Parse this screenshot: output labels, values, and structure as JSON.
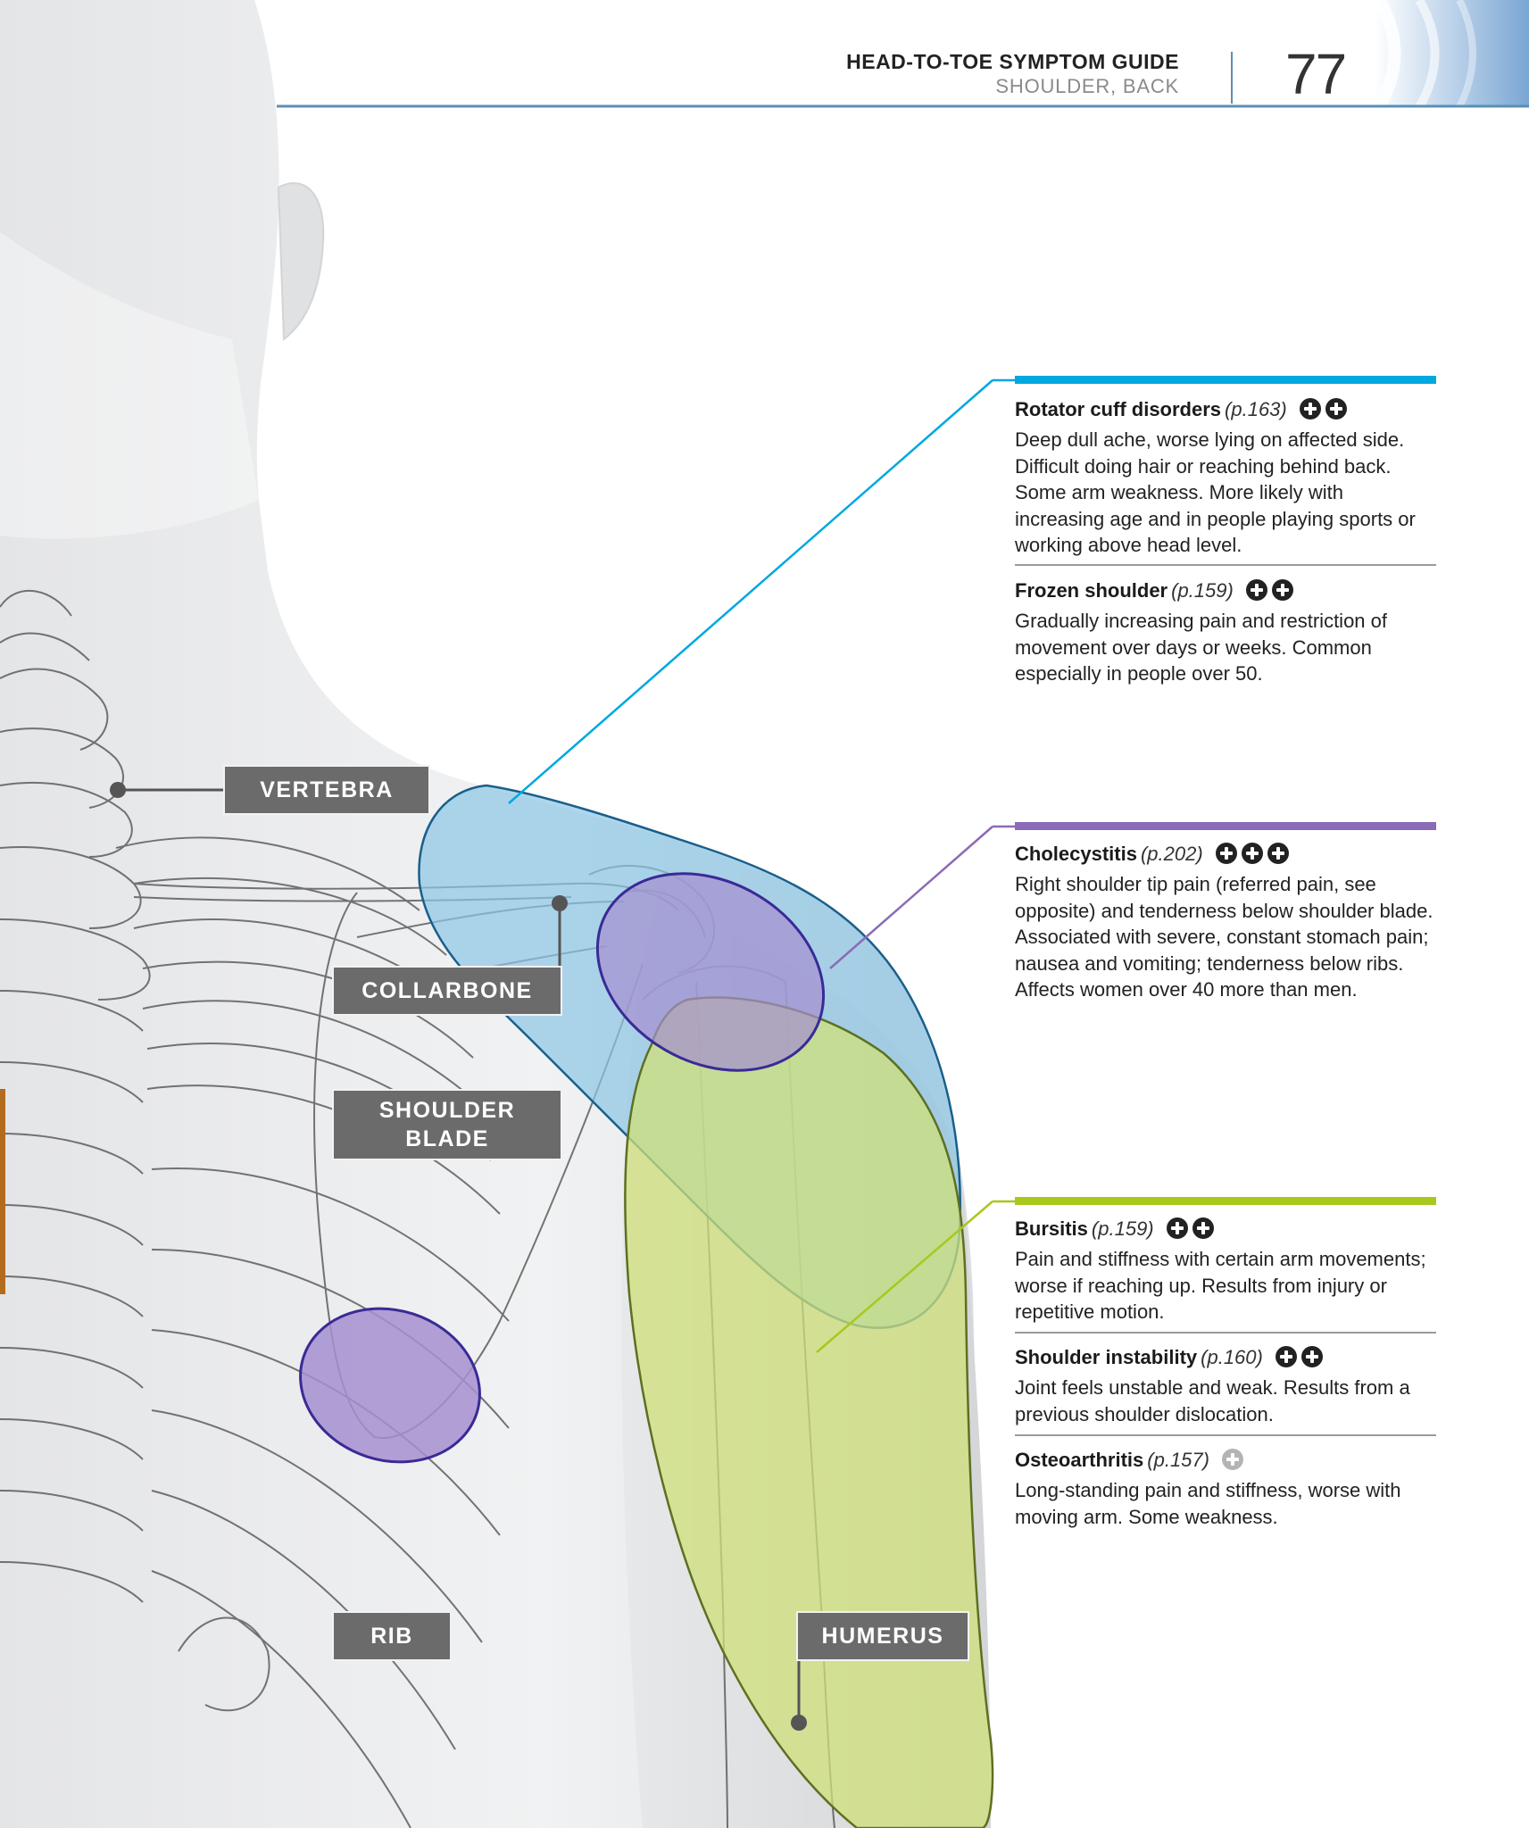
{
  "header": {
    "title": "HEAD-TO-TOE SYMPTOM GUIDE",
    "subtitle": "SHOULDER, BACK",
    "page_number": "77"
  },
  "colors": {
    "rotator_blue": "#00a8e0",
    "cholecystitis_purple": "#8a6bb8",
    "bursitis_green": "#a8c81e",
    "label_gray": "#6b6b6b",
    "blue_zone": "#8cc6e6",
    "purple_zone": "#a58fd0",
    "green_zone": "#cfe079"
  },
  "labels": {
    "vertebra": "VERTEBRA",
    "collarbone": "COLLARBONE",
    "shoulder_blade_1": "SHOULDER",
    "shoulder_blade_2": "BLADE",
    "rib": "RIB",
    "humerus": "HUMERUS"
  },
  "conditions": [
    {
      "name": "Rotator cuff disorders",
      "ref": "(p.163)",
      "icons": "plus-circle-icon x2",
      "severity": 2,
      "text": "Deep dull ache, worse lying on affected side. Difficult doing hair or reaching behind back. Some arm weakness. More likely with increasing age and in people playing sports or working above head level."
    },
    {
      "name": "Frozen shoulder",
      "ref": "(p.159)",
      "icons": "plus-circle-icon x2",
      "severity": 2,
      "text": "Gradually increasing pain and restriction of movement over days or weeks. Common especially in people over 50."
    },
    {
      "name": "Cholecystitis",
      "ref": "(p.202)",
      "icons": "plus-circle-icon x3",
      "severity": 3,
      "text": "Right shoulder tip pain (referred pain, see opposite) and tenderness below shoulder blade. Associated with severe, constant stomach pain; nausea and vomiting; tenderness below ribs. Affects women over 40 more than men."
    },
    {
      "name": "Bursitis",
      "ref": "(p.159)",
      "icons": "plus-circle-icon x2",
      "severity": 2,
      "text": "Pain and stiffness with certain arm movements; worse if reaching up. Results from injury or repetitive motion."
    },
    {
      "name": "Shoulder instability",
      "ref": "(p.160)",
      "icons": "plus-circle-icon x2",
      "severity": 2,
      "text": "Joint feels unstable and weak. Results from a previous shoulder dislocation."
    },
    {
      "name": "Osteoarthritis",
      "ref": "(p.157)",
      "icons": "plus-circle-icon x1 (light)",
      "severity": 1,
      "text": "Long-standing pain and stiffness, worse with moving arm. Some weakness."
    }
  ]
}
